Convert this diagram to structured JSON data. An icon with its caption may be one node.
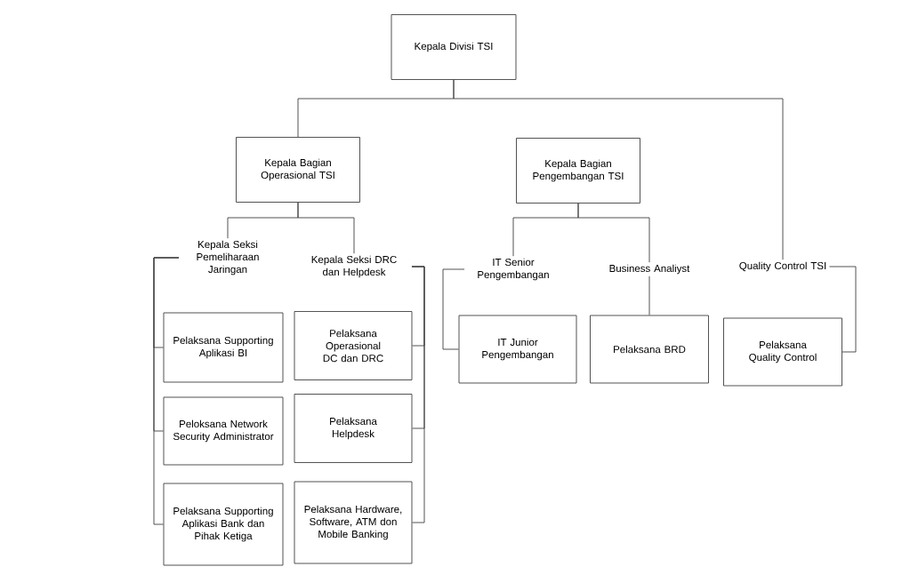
{
  "diagram": {
    "nodes": [
      {
        "text": [
          "Kepala Divisi TSI"
        ]
      },
      {
        "text": [
          "Kepala Bagian Operasional TSI"
        ]
      },
      {
        "text": [
          "Kepala Bagian Pengembangan TSI"
        ]
      },
      {
        "text": [
          "Kepala Seksi Pemeliharaan Jaringan"
        ]
      },
      {
        "text": [
          "Kepala Seksi DRC dan Helpdesk"
        ]
      },
      {
        "text": [
          "Pelaksana Supporting Aplikasi BI"
        ]
      },
      {
        "text": [
          "Peloksana Network Security Administrator"
        ]
      },
      {
        "text": [
          "Pelaksana Supporting Aplikasi Bank dan Pihak Ketiga"
        ]
      },
      {
        "text": [
          "Pelaksana Operasional DC dan DRC"
        ]
      },
      {
        "text": [
          "Pelaksana Helpdesk"
        ]
      },
      {
        "text": [
          "Pelaksana Hardware, Software, ATM don Mobile Banking"
        ]
      },
      {
        "text": [
          "IT Senior Pengembangan"
        ]
      },
      {
        "text": [
          "Business Analiyst"
        ]
      },
      {
        "text": [
          "IT Junior Pengembangan"
        ]
      },
      {
        "text": [
          "Pelaksana BRD"
        ]
      },
      {
        "text": [
          "Quality Control TSI"
        ]
      },
      {
        "text": [
          "Pelaksana Quality Control"
        ]
      }
    ],
    "edges": [
      {
        "from": 0,
        "to": 1,
        "arrow": "none"
      },
      {
        "from": 0,
        "to": 15,
        "arrow": "none"
      },
      {
        "from": 1,
        "to": 3,
        "arrow": "none"
      },
      {
        "from": 1,
        "to": 4,
        "arrow": "none"
      },
      {
        "from": 3,
        "to": 5,
        "arrow": "none"
      },
      {
        "from": 3,
        "to": 6,
        "arrow": "none"
      },
      {
        "from": 3,
        "to": 7,
        "arrow": "none"
      },
      {
        "from": 4,
        "to": 8,
        "arrow": "none"
      },
      {
        "from": 4,
        "to": 9,
        "arrow": "none"
      },
      {
        "from": 4,
        "to": 10,
        "arrow": "none"
      },
      {
        "from": 2,
        "to": 11,
        "arrow": "none"
      },
      {
        "from": 2,
        "to": 12,
        "arrow": "none"
      },
      {
        "from": 11,
        "to": 13,
        "arrow": "none"
      },
      {
        "from": 12,
        "to": 14,
        "arrow": "none"
      },
      {
        "from": 15,
        "to": 16,
        "arrow": "none"
      }
    ]
  }
}
